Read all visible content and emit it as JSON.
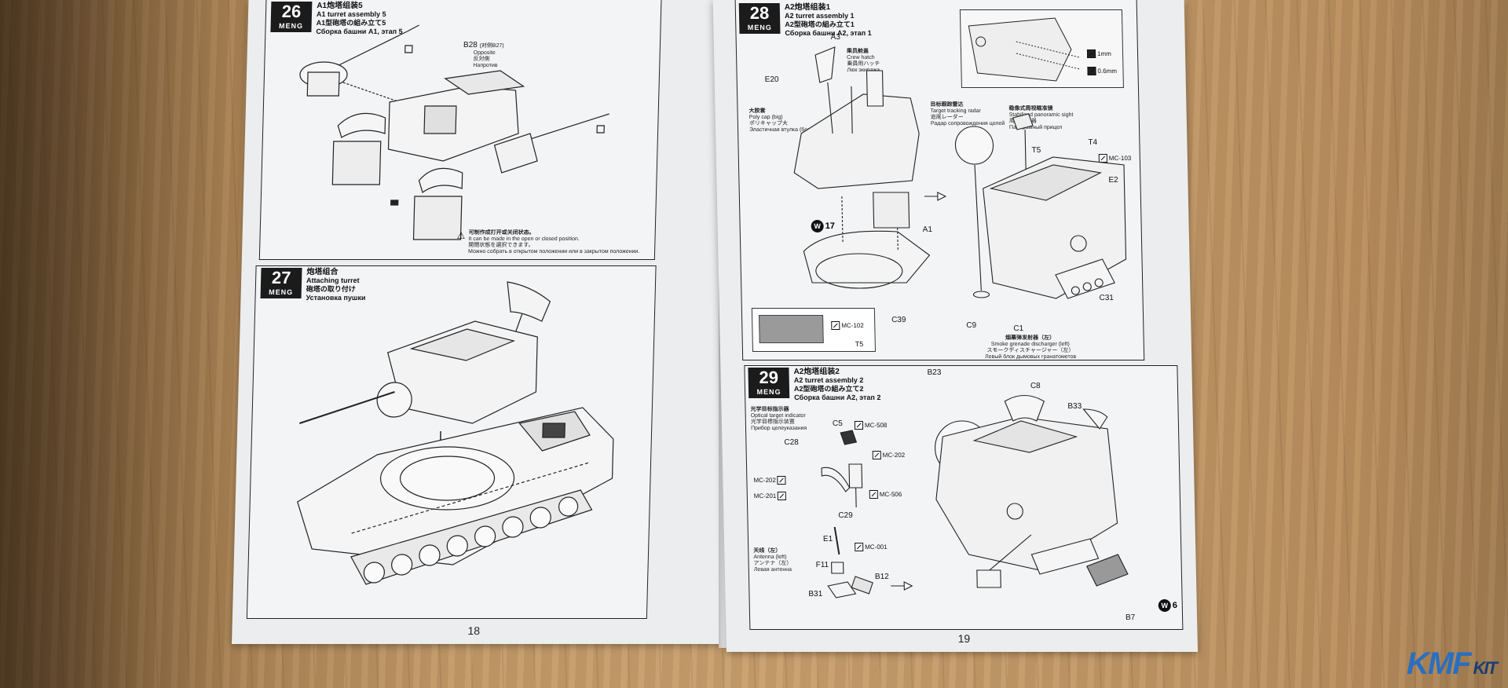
{
  "left_page": {
    "page_number": "18",
    "step26": {
      "number": "26",
      "brand": "MENG",
      "title_cn": "A1炮塔组装5",
      "title_en": "A1 turret assembly 5",
      "title_jp": "A1型砲塔の組み立て5",
      "title_ru": "Сборка башни А1, этап 5",
      "part_b28": "B28",
      "part_b28_note": "(对侧B27)",
      "part_b28_en": "Opposite",
      "part_b28_jp": "反対側",
      "part_b28_ru": "Напротив",
      "caution_cn": "可制作成打开或关闭状态。",
      "caution_en": "It can be made in the open or closed position.",
      "caution_jp": "開閉状態を選択できます。",
      "caution_ru": "Можно собрать в открытом положении или в закрытом положении."
    },
    "step27": {
      "number": "27",
      "brand": "MENG",
      "title_cn": "炮塔组合",
      "title_en": "Attaching turret",
      "title_jp": "砲塔の取り付け",
      "title_ru": "Установка пушки"
    }
  },
  "right_page": {
    "page_number": "19",
    "step28": {
      "number": "28",
      "brand": "MENG",
      "title_cn": "A2炮塔组装1",
      "title_en": "A2 turret assembly 1",
      "title_jp": "A2型砲塔の組み立て1",
      "title_ru": "Сборка башни А2, этап 1",
      "parts": [
        "A3",
        "E20",
        "A1",
        "C39",
        "T5",
        "T5",
        "T4",
        "E2",
        "C31",
        "C9",
        "C1"
      ],
      "w_label": "W",
      "w_num": "17",
      "measure_1": "1mm",
      "measure_2": "0.6mm",
      "mc_103": "MC-103",
      "mc_102": "MC-102",
      "crew_hatch_cn": "乘员舱盖",
      "crew_hatch_en": "Crew hatch",
      "crew_hatch_jp": "乗員用ハッチ",
      "crew_hatch_ru": "Люк экипажа",
      "poly_cap_cn": "大胶套",
      "poly_cap_en": "Poly cap (big)",
      "poly_cap_jp": "ポリキャップ大",
      "poly_cap_ru": "Эластичная втулка (большая)",
      "radar_cn": "目标跟踪雷达",
      "radar_en": "Target tracking radar",
      "radar_jp": "追尾レーダー",
      "radar_ru": "Радар сопровождения целей",
      "sight_cn": "稳像式周视瞄准镜",
      "sight_en": "Stabilized panoramic sight",
      "sight_jp": "周視照準器",
      "sight_ru": "Панорамный прицел",
      "smoke_cn": "烟幕弹发射器（左）",
      "smoke_en": "Smoke grenade discharger (left)",
      "smoke_jp": "スモークディスチャージャー（左）",
      "smoke_ru": "Левый блок дымовых гранатометов"
    },
    "step29": {
      "number": "29",
      "brand": "MENG",
      "title_cn": "A2炮塔组装2",
      "title_en": "A2 turret assembly 2",
      "title_jp": "A2型砲塔の組み立て2",
      "title_ru": "Сборка башни А2, этап 2",
      "parts": [
        "B23",
        "C8",
        "B33",
        "C5",
        "C28",
        "C29",
        "E1",
        "F11",
        "B12",
        "B31",
        "B7"
      ],
      "mc_508": "MC-508",
      "mc_202a": "MC-202",
      "mc_202b": "MC-202",
      "mc_201": "MC-201",
      "mc_506": "MC-506",
      "mc_001": "MC-001",
      "w_label": "W",
      "w_num": "6",
      "indicator_cn": "光学目标指示器",
      "indicator_en": "Optical target indicator",
      "indicator_jp": "光学目標指示装置",
      "indicator_ru": "Прибор целеуказания",
      "antenna_cn": "天线（左）",
      "antenna_en": "Antenna (left)",
      "antenna_jp": "アンテナ（左）",
      "antenna_ru": "Левая антенна"
    }
  },
  "watermark": {
    "main": "KMF",
    "sub": "KIT"
  },
  "colors": {
    "table": "#c29a6a",
    "paper": "#ecedee",
    "ink": "#1b1b1b",
    "watermark": "#2a6fbf"
  }
}
